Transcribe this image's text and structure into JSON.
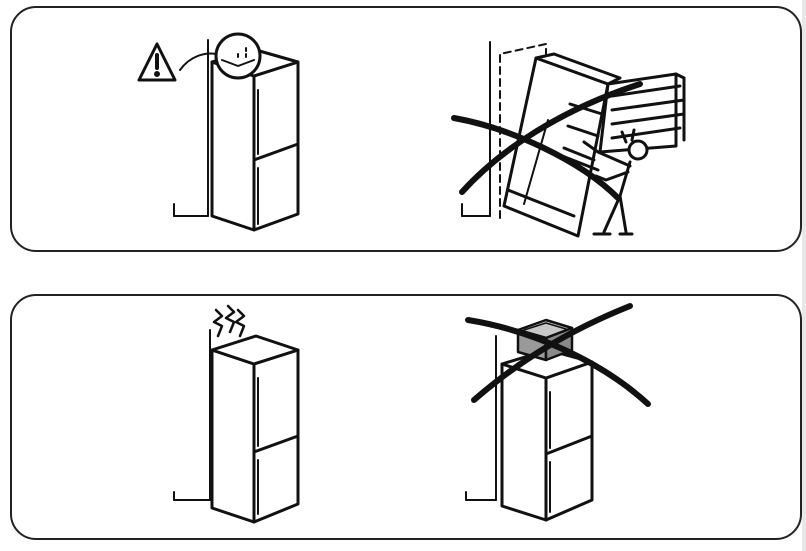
{
  "panels": [
    {
      "id": "top",
      "scenes": [
        "fridge-with-warning",
        "fridge-tipping-crossed"
      ]
    },
    {
      "id": "bottom",
      "scenes": [
        "fridge-with-heat",
        "fridge-with-box-on-top-crossed"
      ]
    }
  ],
  "icons": {
    "warning": "warning-triangle-icon",
    "prohibited": "cross-out-icon",
    "heat": "heat-waves-icon",
    "person": "person-icon",
    "box": "box-icon"
  },
  "colors": {
    "line": "#111111",
    "box_fill": "#9a9a9a",
    "box_top": "#c8c8c8"
  }
}
